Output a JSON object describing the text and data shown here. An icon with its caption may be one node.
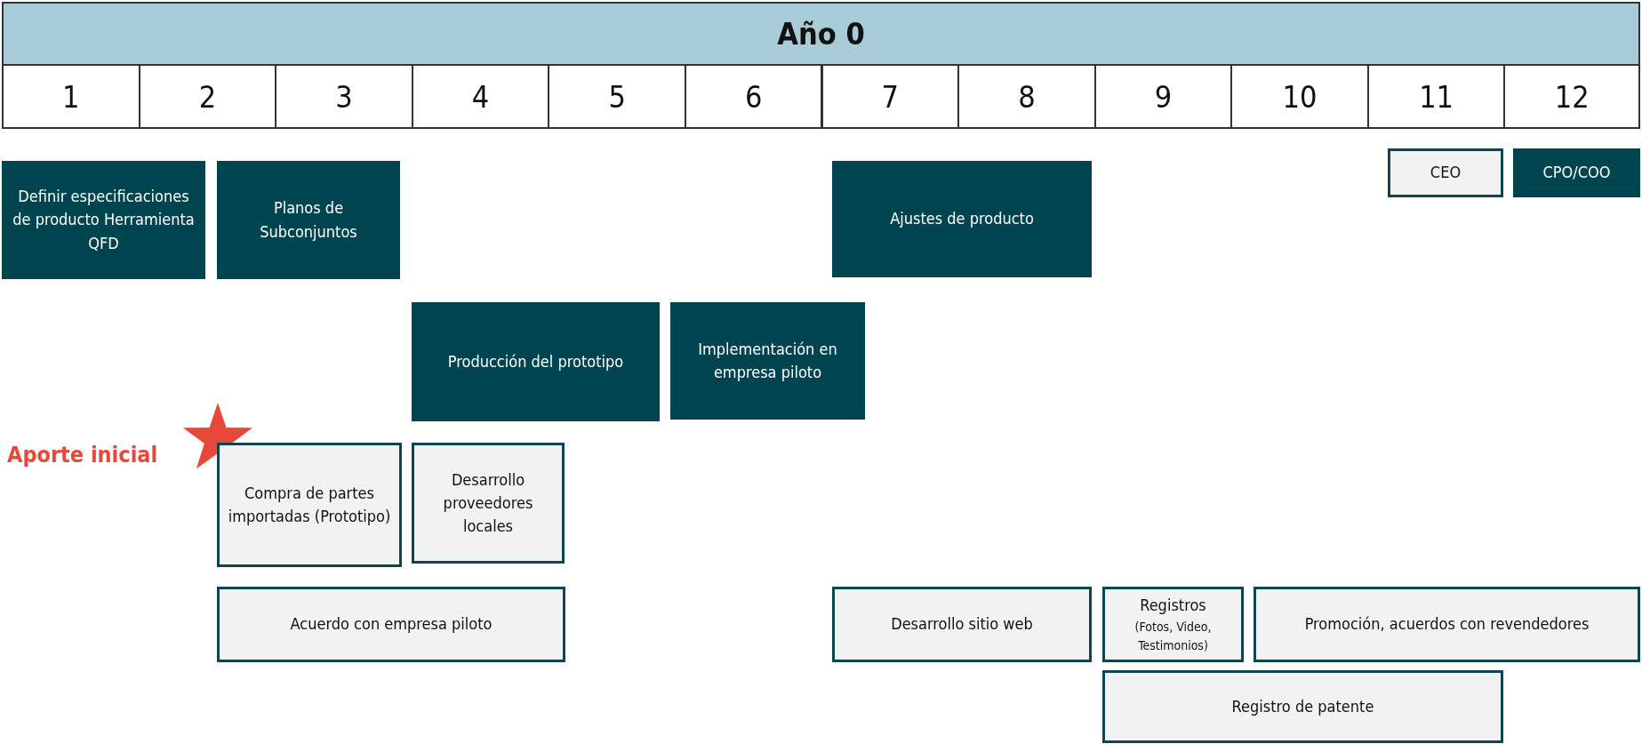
{
  "diagram": {
    "title": "Año 0",
    "nodes": [
      {
        "text": [
          "Definir especificaciones de producto Herramienta QFD"
        ]
      },
      {
        "text": [
          "Planos de Subconjuntos"
        ]
      },
      {
        "text": [
          "Ajustes de producto"
        ]
      },
      {
        "text": [
          "CEO"
        ]
      },
      {
        "text": [
          "CPO/COO"
        ]
      },
      {
        "text": [
          "Producción del prototipo"
        ]
      },
      {
        "text": [
          "Implementación en empresa piloto"
        ]
      },
      {
        "text": [
          "Compra de partes importadas (Prototipo)"
        ]
      },
      {
        "text": [
          "Desarrollo proveedores locales"
        ]
      },
      {
        "text": [
          "Acuerdo con empresa piloto"
        ]
      },
      {
        "text": [
          "Desarrollo sitio web"
        ]
      },
      {
        "text": [
          "Registros",
          "(Fotos, Video, Testimonios)"
        ]
      },
      {
        "text": [
          "Promoción, acuerdos con revendedores"
        ]
      },
      {
        "text": [
          "Registro de patente"
        ]
      }
    ],
    "edges": [],
    "labels": [
      "1",
      "2",
      "3",
      "4",
      "5",
      "6",
      "7",
      "8",
      "9",
      "10",
      "11",
      "12",
      "Aporte inicial"
    ]
  }
}
